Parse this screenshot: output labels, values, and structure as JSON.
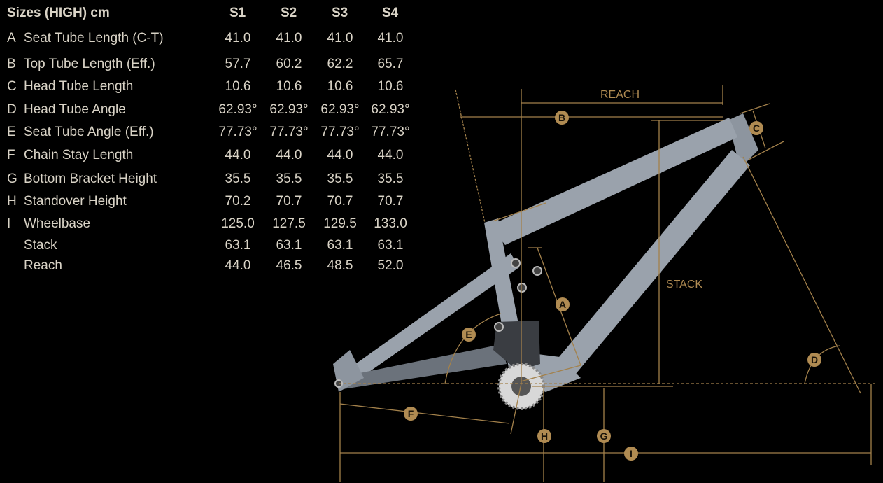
{
  "table": {
    "title": "Sizes (HIGH) cm",
    "sizes": [
      "S1",
      "S2",
      "S3",
      "S4"
    ],
    "rows": [
      {
        "letter": "A",
        "label": "Seat Tube Length (C-T)",
        "values": [
          "41.0",
          "41.0",
          "41.0",
          "41.0"
        ]
      },
      {
        "letter": "B",
        "label": "Top Tube Length (Eff.)",
        "values": [
          "57.7",
          "60.2",
          "62.2",
          "65.7"
        ]
      },
      {
        "letter": "C",
        "label": "Head Tube Length",
        "values": [
          "10.6",
          "10.6",
          "10.6",
          "10.6"
        ]
      },
      {
        "letter": "D",
        "label": "Head Tube Angle",
        "values": [
          "62.93°",
          "62.93°",
          "62.93°",
          "62.93°"
        ]
      },
      {
        "letter": "E",
        "label": "Seat Tube Angle (Eff.)",
        "values": [
          "77.73°",
          "77.73°",
          "77.73°",
          "77.73°"
        ]
      },
      {
        "letter": "F",
        "label": "Chain Stay Length",
        "values": [
          "44.0",
          "44.0",
          "44.0",
          "44.0"
        ]
      },
      {
        "letter": "G",
        "label": "Bottom Bracket Height",
        "values": [
          "35.5",
          "35.5",
          "35.5",
          "35.5"
        ]
      },
      {
        "letter": "H",
        "label": "Standover Height",
        "values": [
          "70.2",
          "70.7",
          "70.7",
          "70.7"
        ]
      },
      {
        "letter": "I",
        "label": "Wheelbase",
        "values": [
          "125.0",
          "127.5",
          "129.5",
          "133.0"
        ]
      },
      {
        "letter": "",
        "label": "Stack",
        "values": [
          "63.1",
          "63.1",
          "63.1",
          "63.1"
        ]
      },
      {
        "letter": "",
        "label": "Reach",
        "values": [
          "44.0",
          "46.5",
          "48.5",
          "52.0"
        ]
      }
    ]
  },
  "diagram": {
    "reach_label": "REACH",
    "stack_label": "STACK",
    "markers": {
      "A": "A",
      "B": "B",
      "C": "C",
      "D": "D",
      "E": "E",
      "F": "F",
      "G": "G",
      "H": "H",
      "I": "I"
    }
  },
  "colors": {
    "gold": "#a3814b",
    "marker": "#b08b52",
    "frame": "#9aa2ac",
    "text": "#d9d3c6"
  }
}
